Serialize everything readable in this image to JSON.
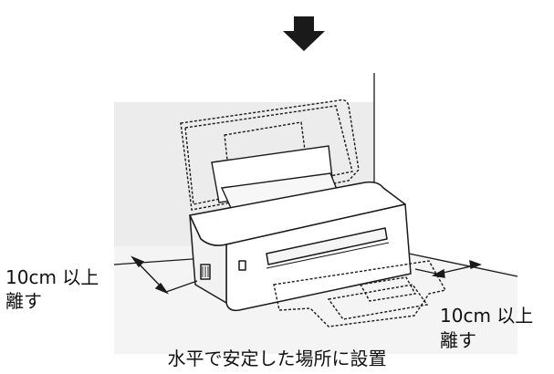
{
  "labels": {
    "left_line1": "10cm 以上",
    "left_line2": "離す",
    "right_line1": "10cm 以上",
    "right_line2": "離す"
  },
  "caption": "水平で安定した場所に設置",
  "icons": {
    "step_arrow": "down-arrow-icon"
  },
  "colors": {
    "ink": "#1a1a1a",
    "shade": "#e6e6e6",
    "background": "#ffffff"
  }
}
